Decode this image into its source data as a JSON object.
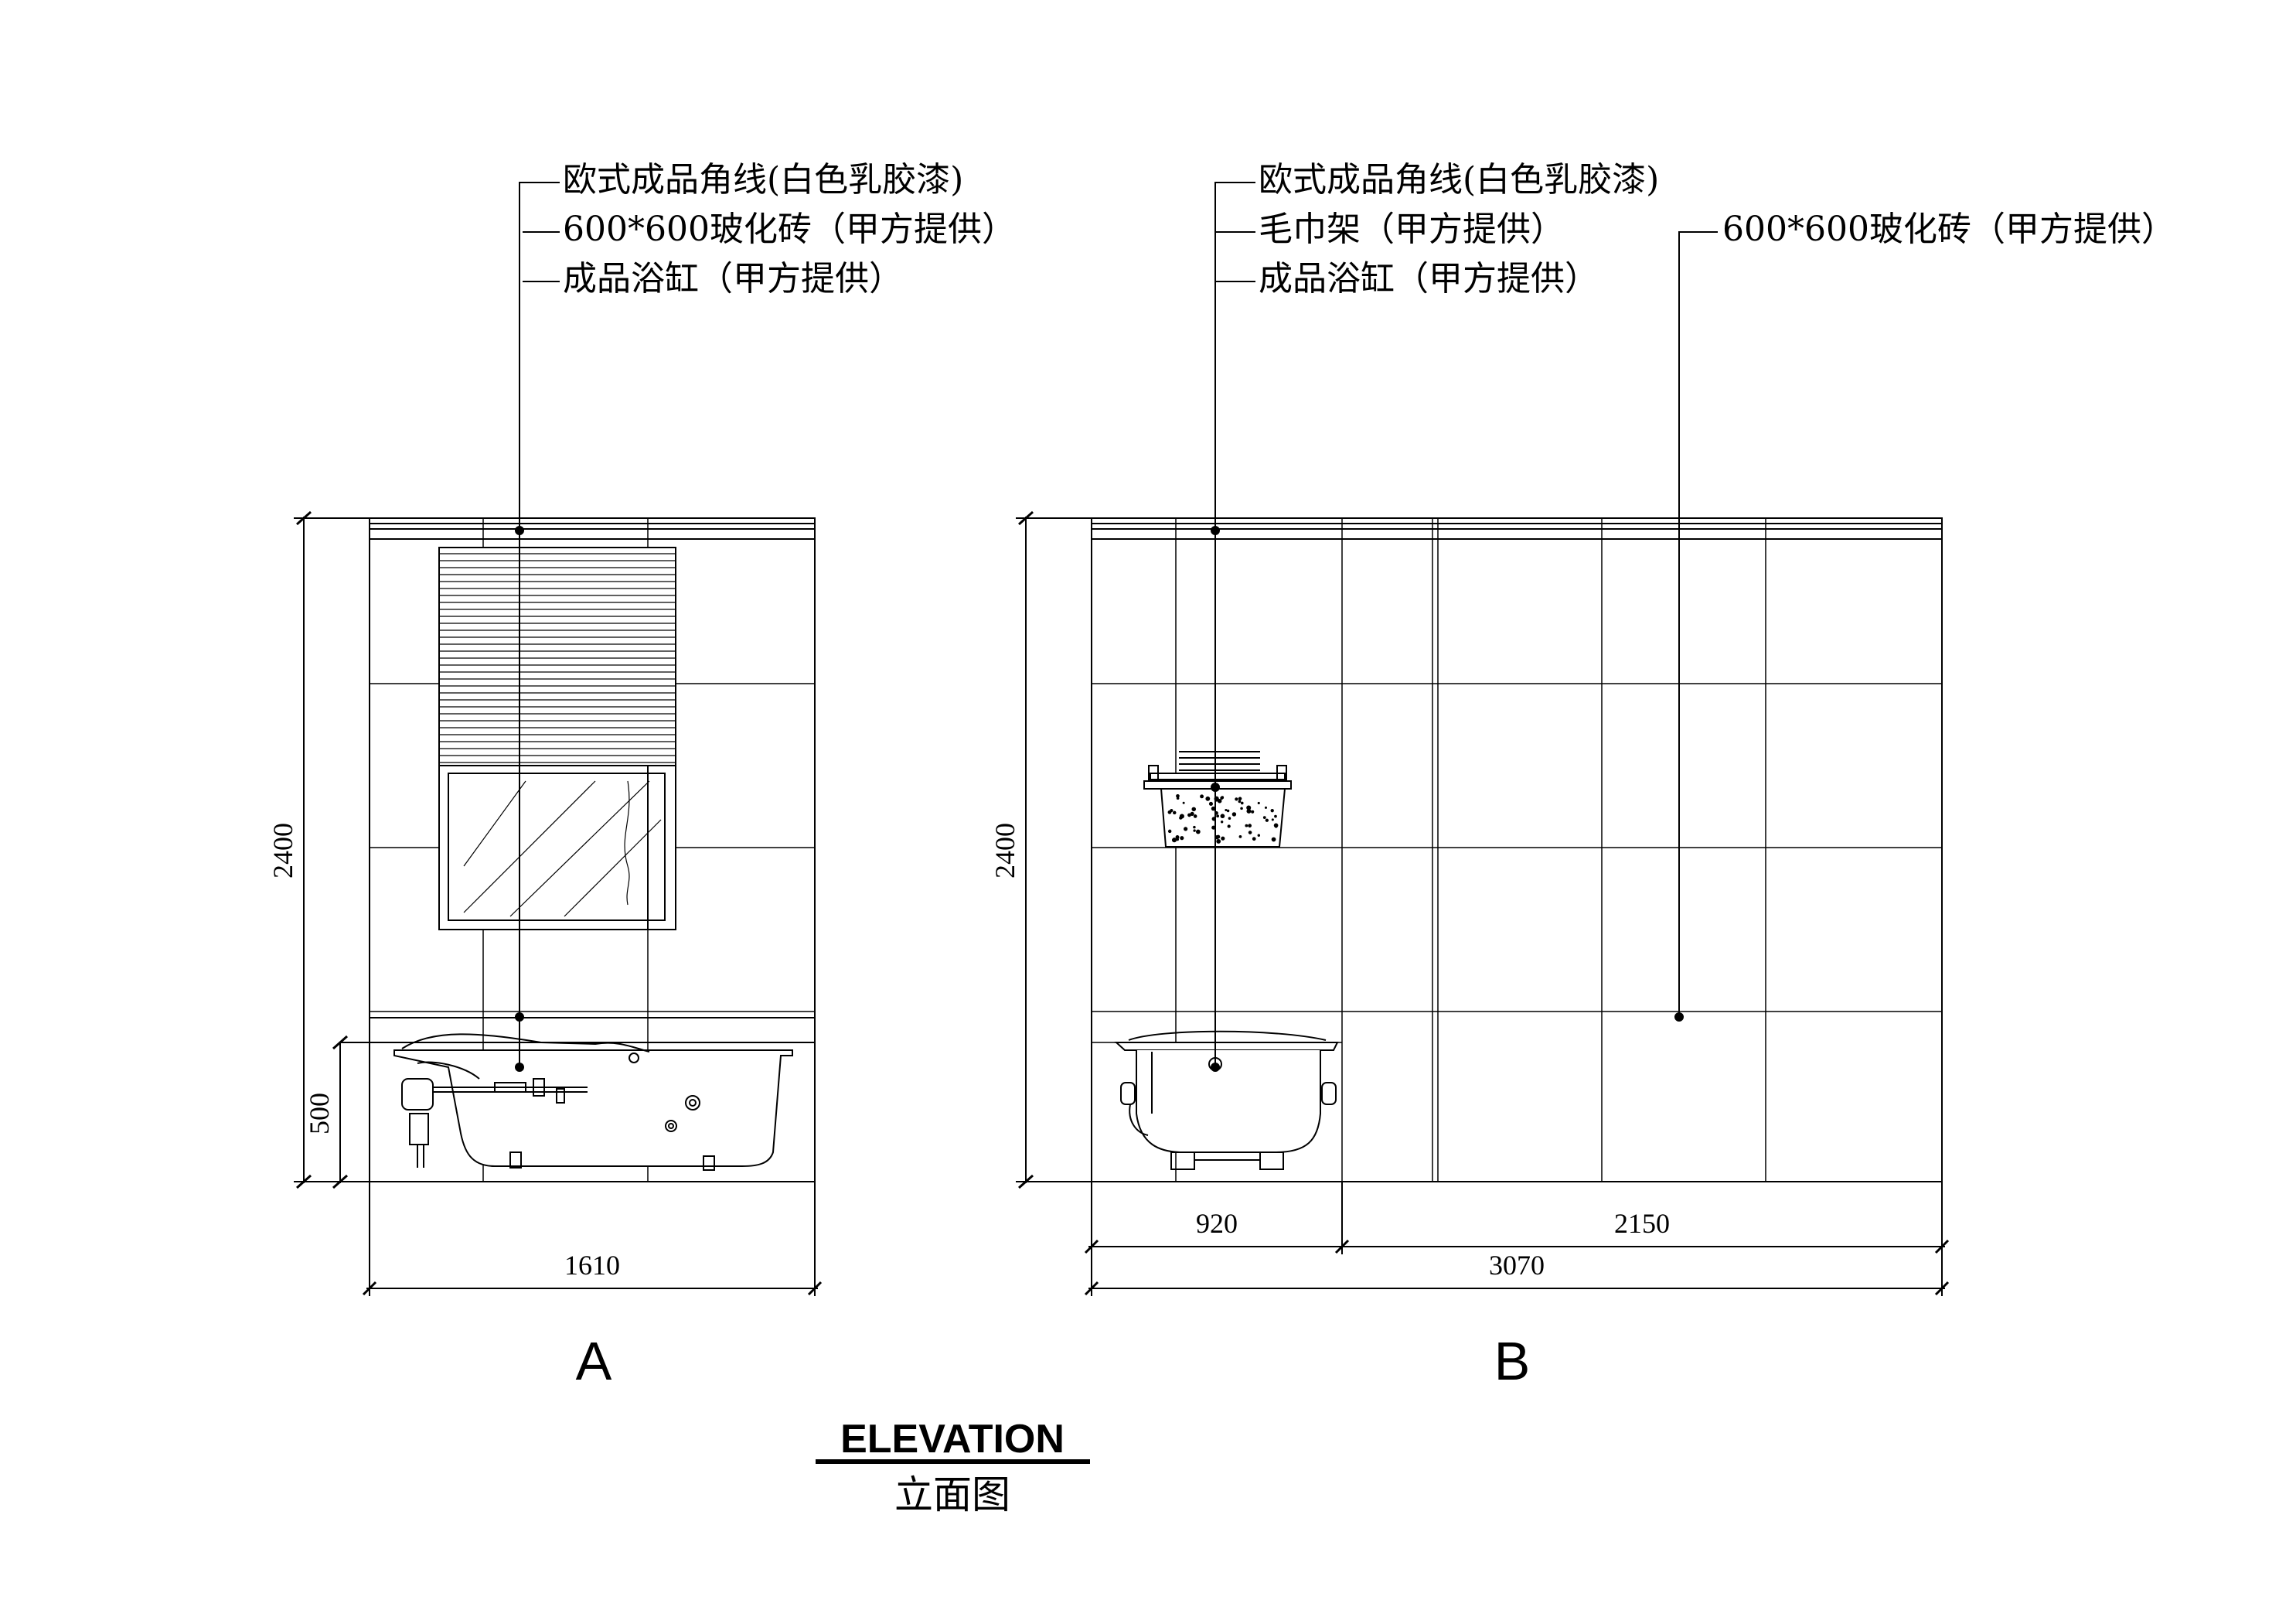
{
  "elevation_a": {
    "letter": "A",
    "height_dim": "2400",
    "sub_height_dim": "500",
    "width_dim": "1610",
    "labels": [
      "欧式成品角线(白色乳胶漆)",
      "600*600玻化砖（甲方提供）",
      "成品浴缸（甲方提供）"
    ]
  },
  "elevation_b": {
    "letter": "B",
    "height_dim": "2400",
    "dim_left": "920",
    "dim_right": "2150",
    "width_dim": "3070",
    "labels": [
      "欧式成品角线(白色乳胶漆)",
      "毛巾架（甲方提供）",
      "成品浴缸（甲方提供）"
    ],
    "tile_label": "600*600玻化砖（甲方提供）"
  },
  "title": {
    "english": "ELEVATION",
    "chinese": "立面图"
  }
}
